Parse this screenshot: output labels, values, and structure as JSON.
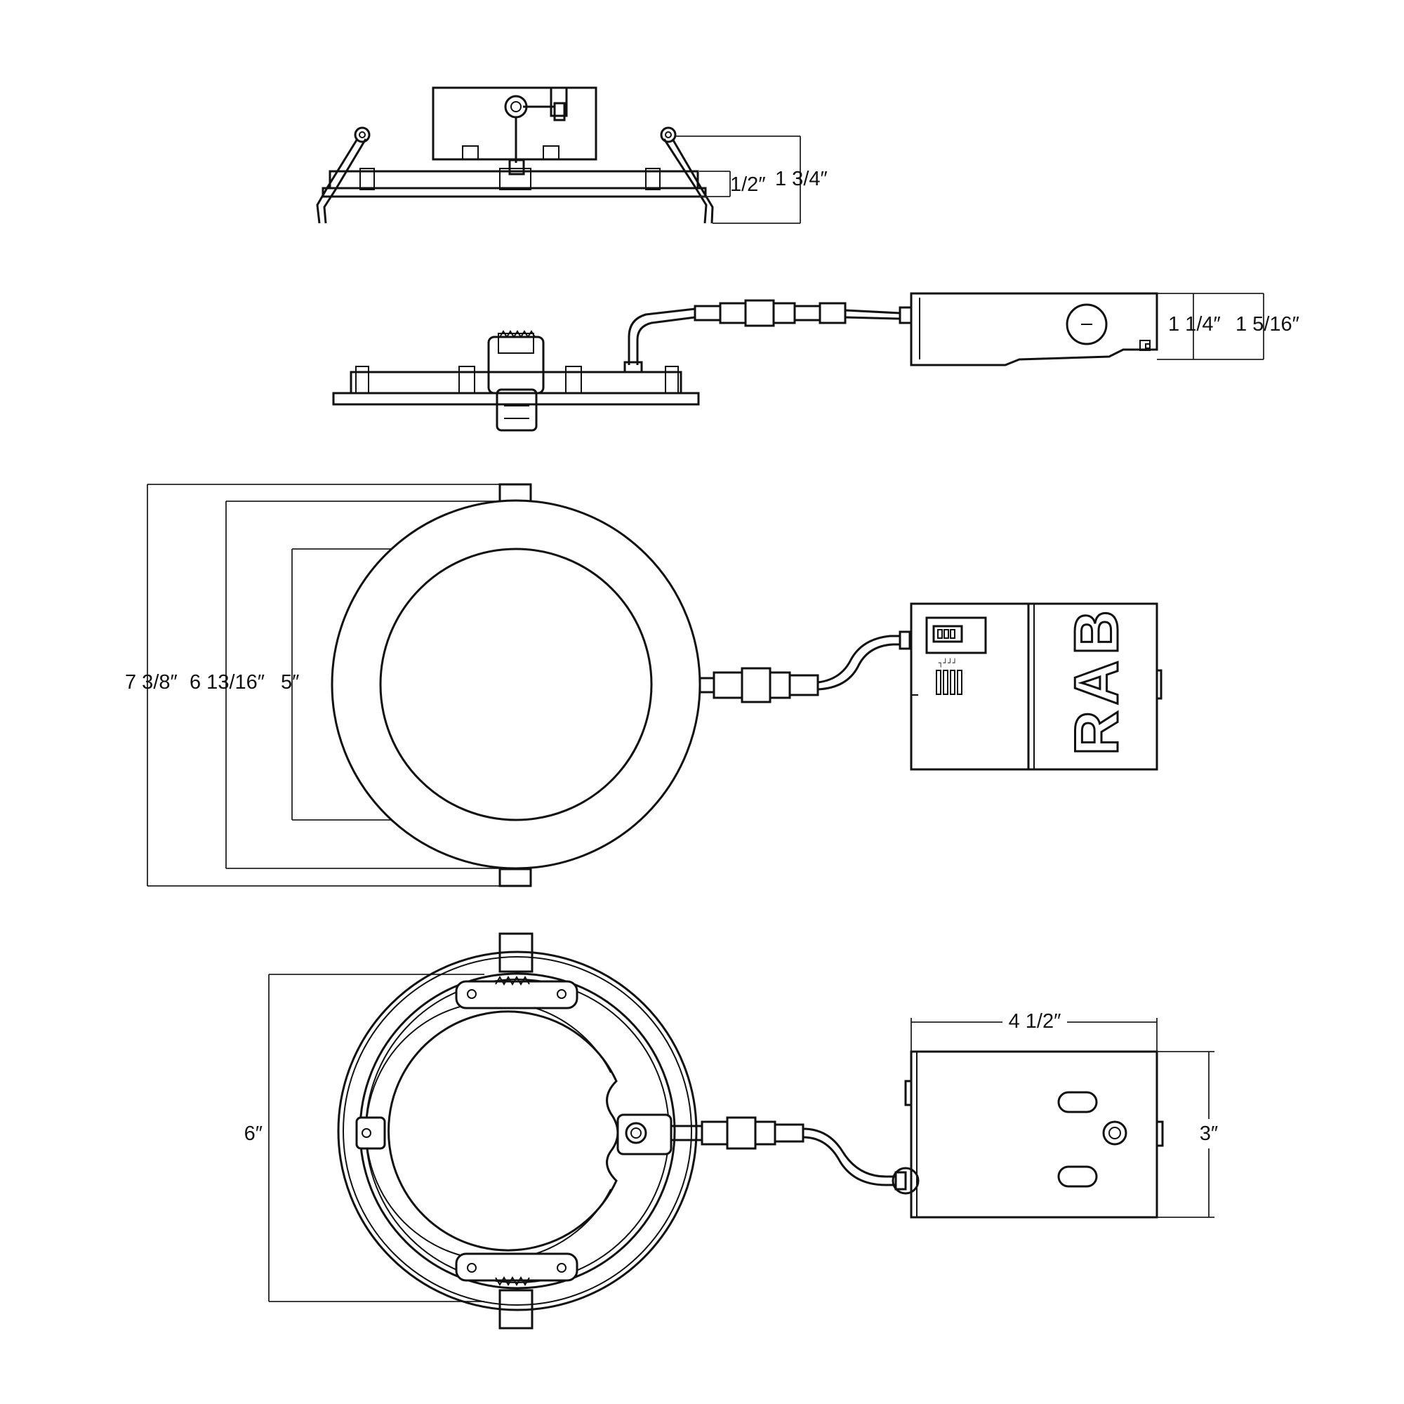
{
  "dimensions": {
    "side_view_trim_height": "1/2″",
    "side_view_total_height": "1 3/4″",
    "jbox_height_side": "1 1/4″",
    "jbox_height_total": "1 5/16″",
    "overall_flange_diameter": "7 3/8″",
    "trim_diameter": "6 13/16″",
    "lens_diameter": "5″",
    "cutout_diameter": "6″",
    "jbox_length": "4 1/2″",
    "jbox_width": "3″"
  },
  "brand": {
    "logo_text": "RAB"
  }
}
